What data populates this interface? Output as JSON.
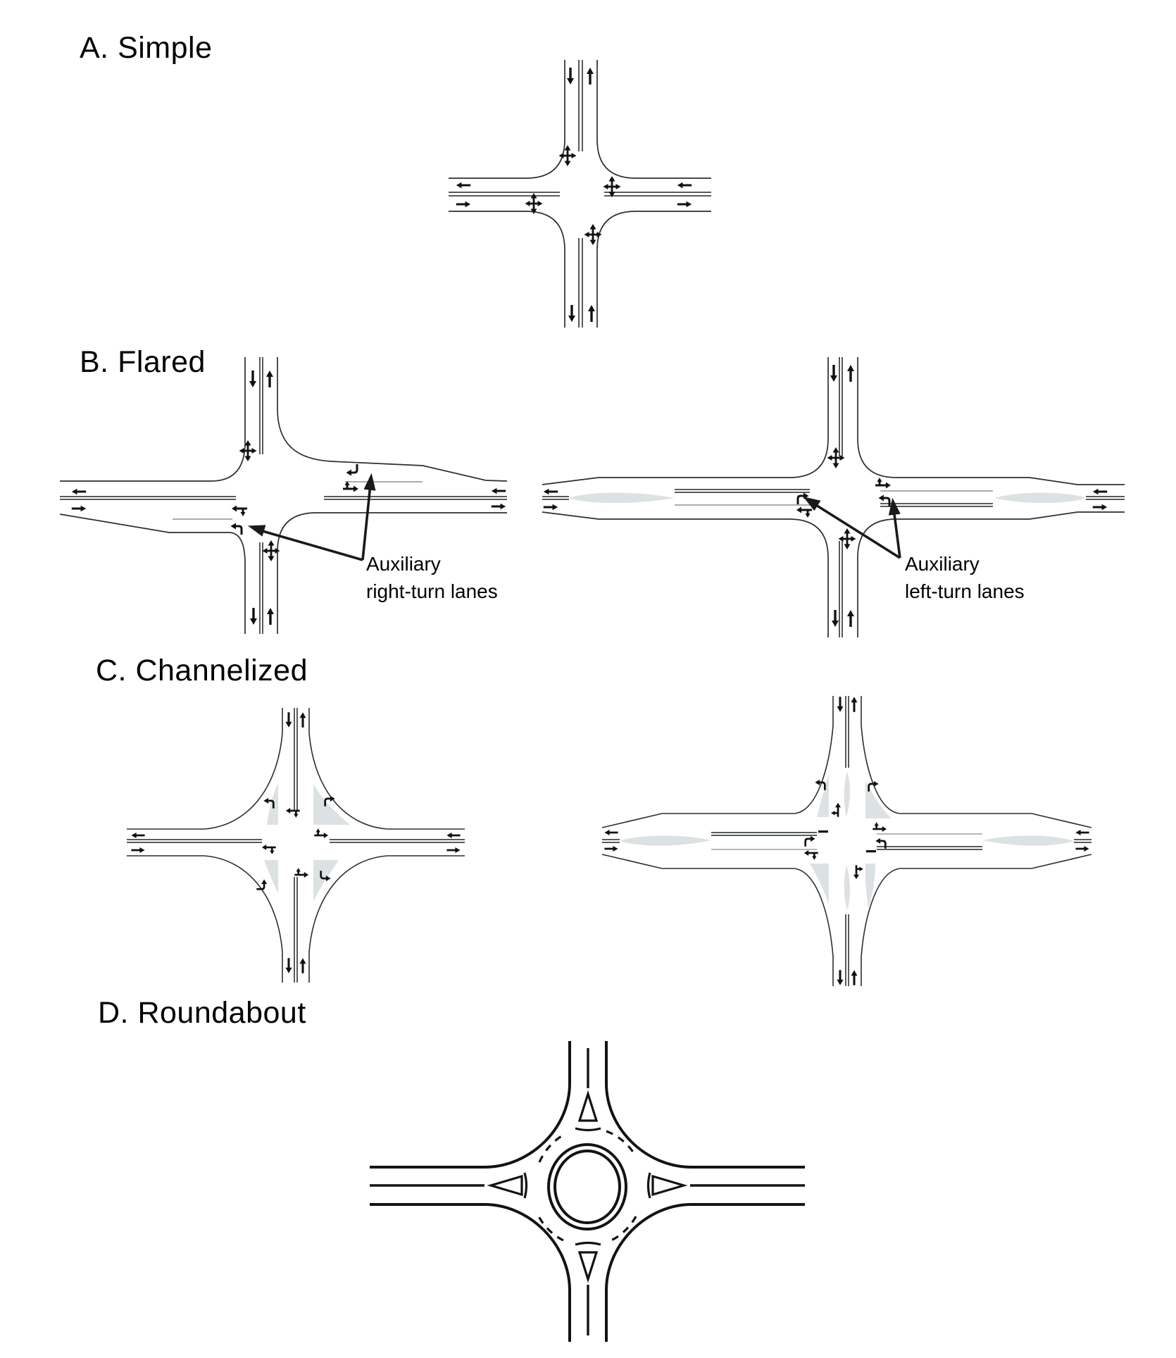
{
  "figure": {
    "background": "#ffffff",
    "description_icons": [
      "lane-direction-arrow-icon",
      "all-movements-cross-arrow-icon",
      "turn-arrow-pavement-marking-icon",
      "through-turn-pavement-marking-icon",
      "leader-arrow-icon"
    ]
  },
  "colors": {
    "road_edge": "#2e2e2e",
    "centerline": "#555b5e",
    "thin_lane_line": "#9aa2a4",
    "island_fill": "#dce2e3",
    "marking_black": "#111111",
    "roundabout_line": "#131313",
    "text": "#000000"
  },
  "sections": {
    "a": {
      "title": "A. Simple"
    },
    "b": {
      "title": "B. Flared"
    },
    "c": {
      "title": "C. Channelized"
    },
    "d": {
      "title": "D. Roundabout"
    }
  },
  "annotations": {
    "right_turn": {
      "line1": "Auxiliary",
      "line2": "right-turn lanes"
    },
    "left_turn": {
      "line1": "Auxiliary",
      "line2": "left-turn lanes"
    }
  }
}
